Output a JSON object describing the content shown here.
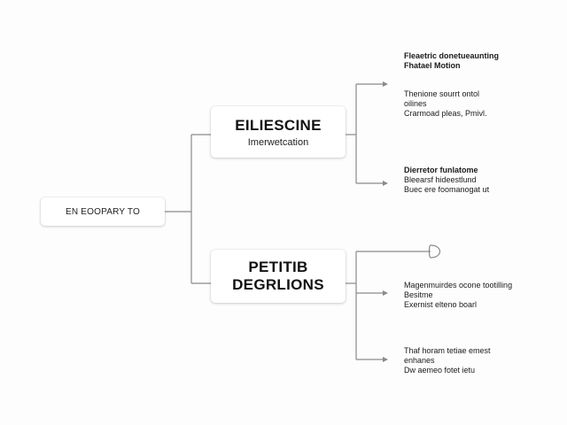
{
  "root": {
    "label": "EN EOOPARY TO"
  },
  "branches": [
    {
      "title": "EILIESCINE",
      "subtitle": "Imerwetcation"
    },
    {
      "title_line1": "PETITIB",
      "title_line2": "DEGRLIONS"
    }
  ],
  "leaves": [
    {
      "line1": "Fleaetric donetueaunting",
      "line2": "Fhatael Motion"
    },
    {
      "line1": "Thenione sourrt ontol",
      "line2": "oilines",
      "line3": "Crarmoad pleas, Pmivl."
    },
    {
      "line1": "Dierretor funlatome",
      "line2": "Bleearsf hideestlund",
      "line3": "Buec ere foomanogat ut"
    },
    {
      "line1": "Magenmuirdes ocone tootilling",
      "line2": "Besitme",
      "line3": "Exernist elteno boarl"
    },
    {
      "line1": "Thaf horam tetiae emest",
      "line2": "enhanes",
      "line3": "Dw aemeo fotet ietu"
    }
  ],
  "colors": {
    "connector": "#8a8a8a",
    "text": "#151515",
    "box_bg": "#ffffff"
  }
}
